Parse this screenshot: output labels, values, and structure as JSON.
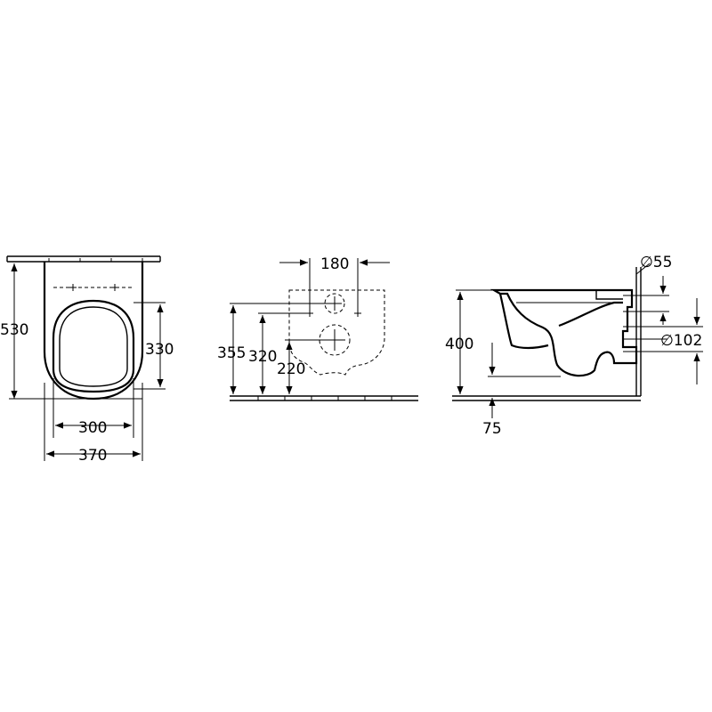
{
  "views": {
    "top_view": {
      "dimensions": {
        "length": "530",
        "seat_depth": "330",
        "inner_width": "300",
        "outer_width": "370"
      }
    },
    "wall_view": {
      "dimensions": {
        "bolt_spacing": "180",
        "height_total": "355",
        "bolt_height": "320",
        "outlet_height": "220"
      }
    },
    "side_view": {
      "dimensions": {
        "inlet_diameter": "∅55",
        "outlet_diameter": "∅102",
        "rim_height": "400",
        "outlet_offset": "75"
      }
    }
  }
}
